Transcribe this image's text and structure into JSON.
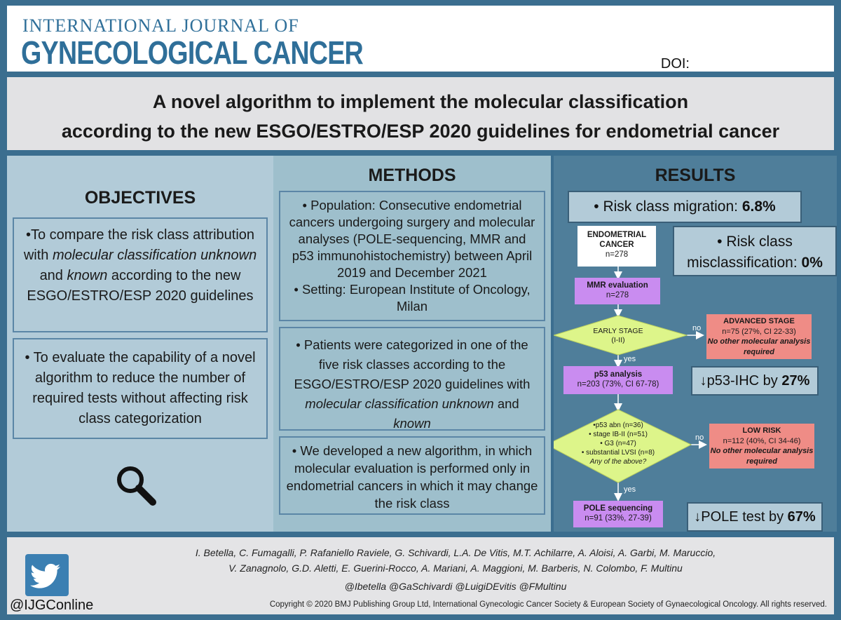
{
  "header": {
    "journal_line1": "INTERNATIONAL JOURNAL OF",
    "journal_line2": "GYNECOLOGICAL CANCER",
    "doi_label": "DOI:"
  },
  "title": {
    "line1": "A novel algorithm to implement the molecular classification",
    "line2": "according to the new ESGO/ESTRO/ESP 2020 guidelines for endometrial cancer"
  },
  "objectives": {
    "heading": "OBJECTIVES",
    "item1": {
      "part1": "•To compare the risk class attribution with ",
      "em1": "molecular classification unknown",
      "part2": " and ",
      "em2": "known",
      "part3": " according to the new ESGO/ESTRO/ESP 2020 guidelines"
    },
    "item2": "• To evaluate the capability of a novel algorithm to reduce the number of required tests without affecting risk class categorization",
    "icon": "magnifier-icon"
  },
  "methods": {
    "heading": "METHODS",
    "item1_population": "• Population: Consecutive endometrial cancers undergoing surgery and molecular analyses (POLE-sequencing, MMR and p53 immunohistochemistry) between April 2019 and December 2021",
    "item1_setting": "• Setting: European Institute of Oncology, Milan",
    "item2": {
      "part1": "• Patients were categorized in one of the five risk classes according to the ESGO/ESTRO/ESP 2020 guidelines with ",
      "em1": "molecular classification unknown",
      "part2": " and ",
      "em2": "known"
    },
    "item3": "• We developed a new algorithm, in which molecular evaluation is performed only in endometrial cancers in which it may change the risk class"
  },
  "results": {
    "heading": "RESULTS",
    "migration_label": "• Risk class migration: ",
    "migration_value": "6.8%",
    "misclass_label": "• Risk class misclassification: ",
    "misclass_value": "0%",
    "p53_label": "↓p53-IHC by ",
    "p53_value": "27%",
    "pole_label": "↓POLE test by ",
    "pole_value": "67%",
    "flow": {
      "start_title": "ENDOMETRIAL CANCER",
      "start_n": "n=278",
      "mmr_title": "MMR evaluation",
      "mmr_n": "n=278",
      "early_title": "EARLY STAGE",
      "early_sub": "(I-II)",
      "no1": "no",
      "yes1": "yes",
      "advanced_title": "ADVANCED STAGE",
      "advanced_n": "n=75 (27%, CI 22-33)",
      "advanced_note": "No other molecular analysis required",
      "p53_title": "p53 analysis",
      "p53_n": "n=203 (73%, CI 67-78)",
      "cond1": "•p53 abn (n=36)",
      "cond2": "• stage IB-II (n=51)",
      "cond3": "• G3 (n=47)",
      "cond4": "• substantial LVSI (n=8)",
      "cond_q": "Any of the above?",
      "no2": "no",
      "yes2": "yes",
      "low_title": "LOW RISK",
      "low_n": "n=112 (40%, CI 34-46)",
      "low_note": "No other molecular analysis required",
      "pole_title": "POLE sequencing",
      "pole_n": "n=91 (33%, 27-39)"
    }
  },
  "footer": {
    "authors_line1": "I. Betella, C. Fumagalli, P. Rafaniello Raviele, G. Schivardi, L.A. De Vitis, M.T. Achilarre, A. Aloisi, A. Garbi, M. Maruccio,",
    "authors_line2": "V. Zanagnolo, G.D. Aletti, E. Guerini-Rocco, A. Mariani, A. Maggioni, M. Barberis, N. Colombo, F. Multinu",
    "tags": "@Ibetella @GaSchivardi @LuigiDEvitis @FMultinu",
    "handle": "@IJGConline",
    "copyright": "Copyright © 2020 BMJ Publishing Group Ltd, International Gynecologic Cancer Society & European Society of Gynaecological Oncology. All rights reserved.",
    "twitter_icon": "twitter-bird-icon"
  },
  "colors": {
    "frame": "#3b6e8f",
    "brand_blue": "#2f6f99",
    "objectives_bg": "#b2cbd8",
    "methods_bg": "#9ebfcc",
    "results_bg": "#4f7e9a",
    "purple_box": "#c98cf0",
    "red_box": "#ef8c86",
    "diamond": "#ddf58a"
  }
}
